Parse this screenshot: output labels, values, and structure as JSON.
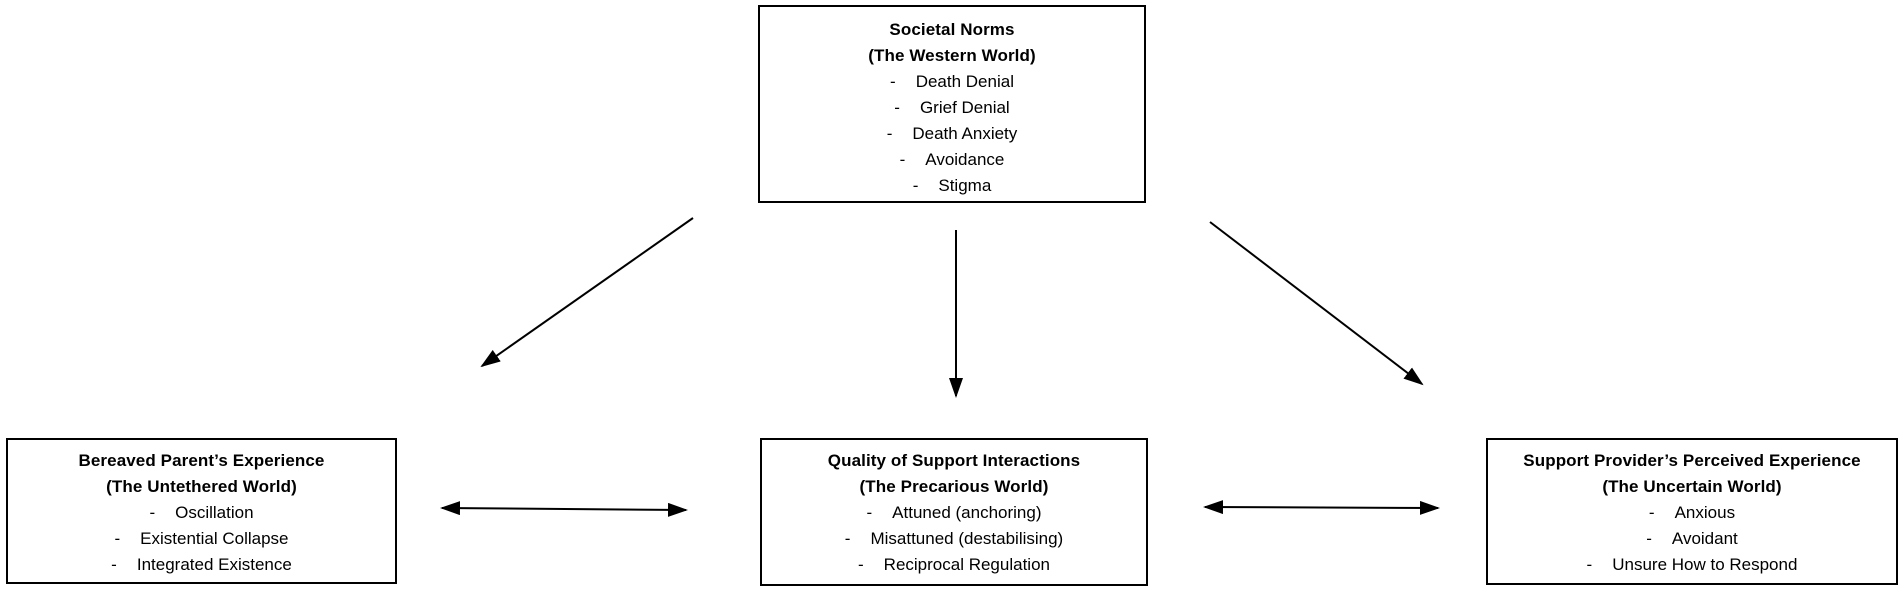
{
  "diagram": {
    "bullet": "-",
    "colors": {
      "background": "#ffffff",
      "box_border": "#000000",
      "text": "#000000",
      "arrow": "#000000"
    },
    "boxes": {
      "societal_norms": {
        "title": "Societal Norms",
        "subtitle": "(The Western World)",
        "items": [
          "Death Denial",
          "Grief Denial",
          "Death Anxiety",
          "Avoidance",
          "Stigma"
        ]
      },
      "bereaved_parent": {
        "title": "Bereaved Parent’s Experience",
        "subtitle": "(The Untethered World)",
        "items": [
          "Oscillation",
          "Existential Collapse",
          "Integrated Existence"
        ]
      },
      "support_quality": {
        "title": "Quality of Support Interactions",
        "subtitle": "(The Precarious World)",
        "items": [
          "Attuned (anchoring)",
          "Misattuned (destabilising)",
          "Reciprocal Regulation"
        ]
      },
      "support_provider": {
        "title": "Support Provider’s Perceived Experience",
        "subtitle": "(The Uncertain World)",
        "items": [
          "Anxious",
          "Avoidant",
          "Unsure How to Respond"
        ]
      }
    }
  }
}
